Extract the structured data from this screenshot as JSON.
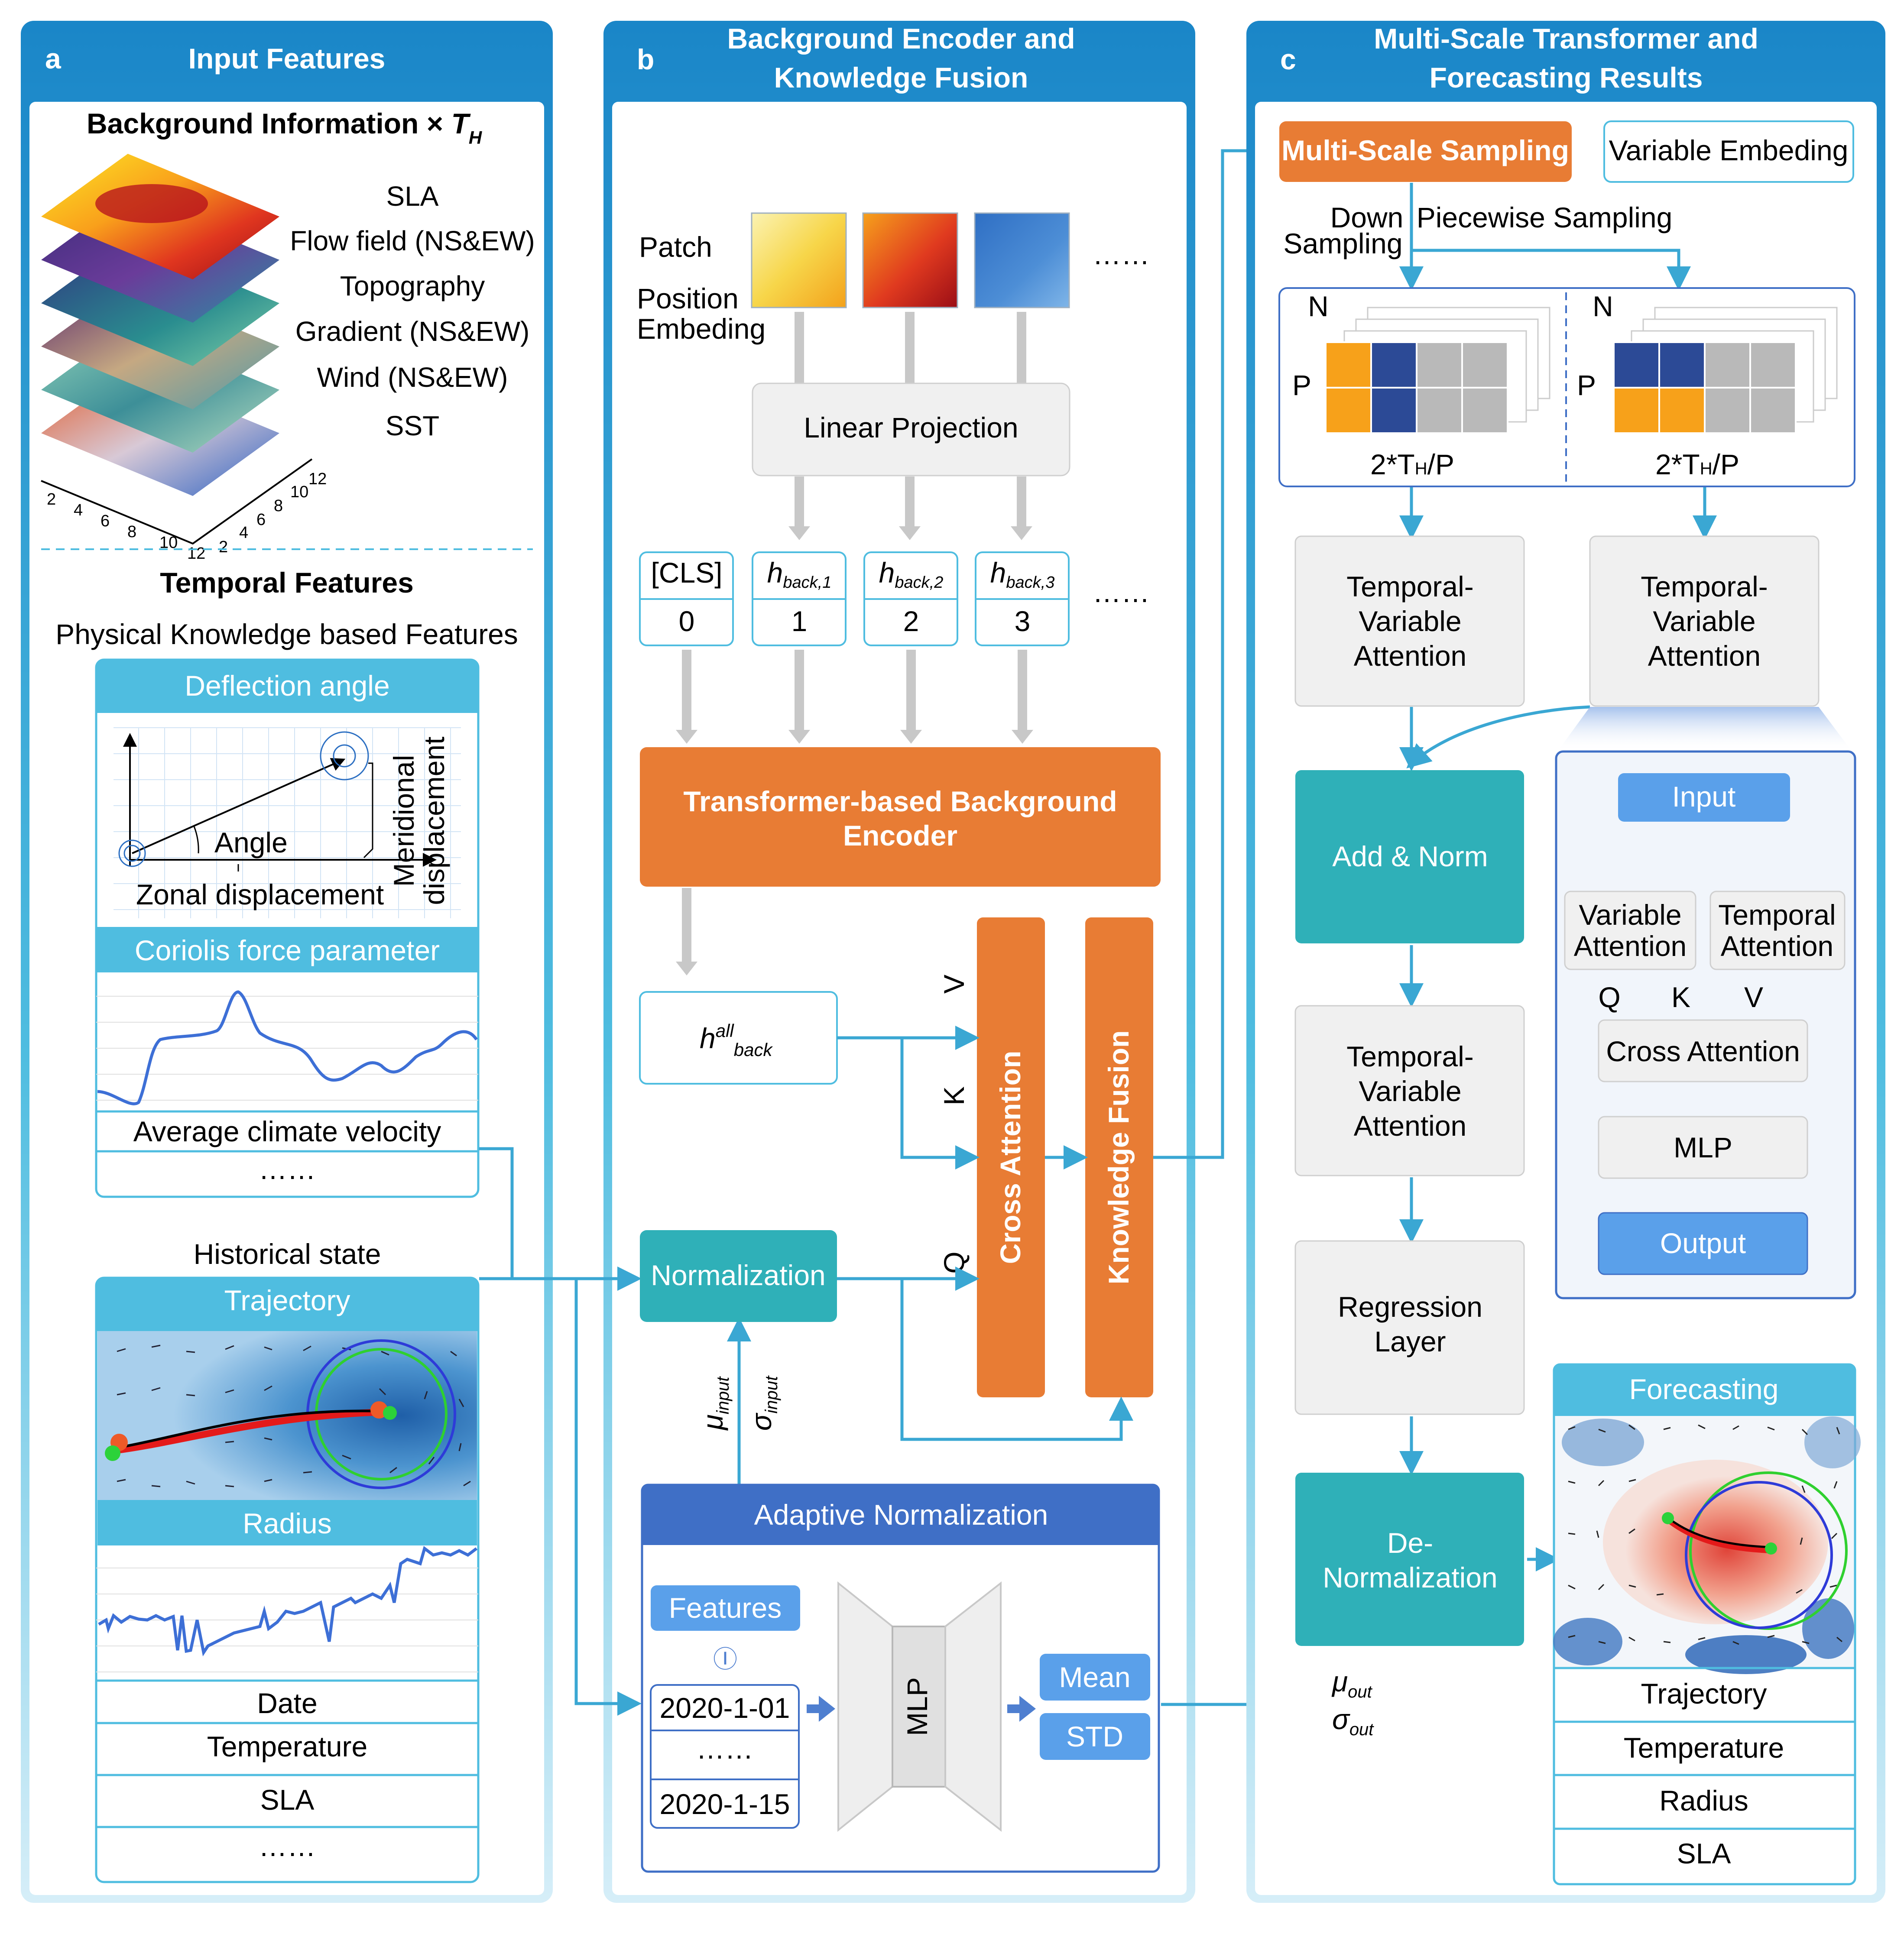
{
  "colors": {
    "panel_blue": "#1a86c8",
    "cyan": "#4fbde0",
    "teal": "#2fb0b8",
    "orange": "#e87c34",
    "light_blue_btn": "#5aa0ea",
    "gray_box": "#f0f0f0",
    "grid_orange": "#f7a11a",
    "grid_navy": "#2c4a96",
    "grid_gray": "#b9b9b9",
    "arrow": "#3aa7d3"
  },
  "panel_a": {
    "letter": "a",
    "title": "Input Features",
    "background": {
      "title": "Background Information × ",
      "th_symbol": "T",
      "th_sub": "H",
      "layers": [
        "SLA",
        "Flow field (NS&EW)",
        "Topography",
        "Gradient (NS&EW)",
        "Wind (NS&EW)",
        "SST"
      ],
      "axis_ticks_x": [
        "2",
        "4",
        "6",
        "8",
        "10",
        "12"
      ],
      "axis_ticks_y": [
        "2",
        "4",
        "6",
        "8",
        "10",
        "12"
      ]
    },
    "temporal_title": "Temporal Features",
    "physical_title": "Physical Knowledge based Features",
    "deflection": {
      "title": "Deflection angle",
      "angle": "Angle",
      "zonal": "Zonal displacement",
      "meridional_1": "Meridional",
      "meridional_2": "displacement"
    },
    "coriolis_title": "Coriolis force parameter",
    "avg_climate": "Average climate velocity",
    "dots": "……",
    "historical_title": "Historical state",
    "trajectory_title": "Trajectory",
    "radius_title": "Radius",
    "rows": [
      "Date",
      "Temperature",
      "SLA",
      "……"
    ]
  },
  "panel_b": {
    "letter": "b",
    "title_1": "Background Encoder and",
    "title_2": "Knowledge Fusion",
    "patch": "Patch",
    "position_1": "Position",
    "position_2": "Embeding",
    "dots": "……",
    "linear_projection": "Linear Projection",
    "tokens": [
      {
        "top": "[CLS]",
        "bottom": "0"
      },
      {
        "h": "h",
        "sub": "back,1",
        "bottom": "1"
      },
      {
        "h": "h",
        "sub": "back,2",
        "bottom": "2"
      },
      {
        "h": "h",
        "sub": "back,3",
        "bottom": "3"
      }
    ],
    "encoder_1": "Transformer-based Background",
    "encoder_2": "Encoder",
    "hall": {
      "h": "h",
      "sup": "all",
      "sub": "back"
    },
    "v": "V",
    "k": "K",
    "q": "Q",
    "cross_attention": "Cross Attention",
    "knowledge_fusion": "Knowledge Fusion",
    "normalization": "Normalization",
    "mu": "μ",
    "mu_sub": "input",
    "sigma": "σ",
    "sigma_sub": "input",
    "adaptive_title": "Adaptive Normalization",
    "features": "Features",
    "concat": "Ⓘ",
    "dates": [
      "2020-1-01",
      "……",
      "2020-1-15"
    ],
    "mlp": "MLP",
    "mean": "Mean",
    "std": "STD"
  },
  "panel_c": {
    "letter": "c",
    "title_1": "Multi-Scale Transformer and",
    "title_2": "Forecasting Results",
    "multi_scale": "Multi-Scale Sampling",
    "variable_embeding": "Variable Embeding",
    "down_1": "Down",
    "down_2": "Sampling",
    "piecewise": "Piecewise Sampling",
    "n": "N",
    "p": "P",
    "grid_label_pre": "2*T",
    "grid_label_sub": "H",
    "grid_label_post": "/P",
    "tva_1": "Temporal-",
    "tva_2": "Variable",
    "tva_3": "Attention",
    "add_norm": "Add & Norm",
    "regression_1": "Regression",
    "regression_2": "Layer",
    "denorm_1": "De-",
    "denorm_2": "Normalization",
    "mu_out": "μ",
    "mu_out_sub": "out",
    "sigma_out": "σ",
    "sigma_out_sub": "out",
    "detail": {
      "input": "Input",
      "var_att_1": "Variable",
      "var_att_2": "Attention",
      "temp_att_1": "Temporal",
      "temp_att_2": "Attention",
      "q": "Q",
      "k": "K",
      "v": "V",
      "cross_attention": "Cross Attention",
      "mlp": "MLP",
      "output": "Output"
    },
    "forecasting": "Forecasting",
    "rows": [
      "Trajectory",
      "Temperature",
      "Radius",
      "SLA"
    ]
  }
}
